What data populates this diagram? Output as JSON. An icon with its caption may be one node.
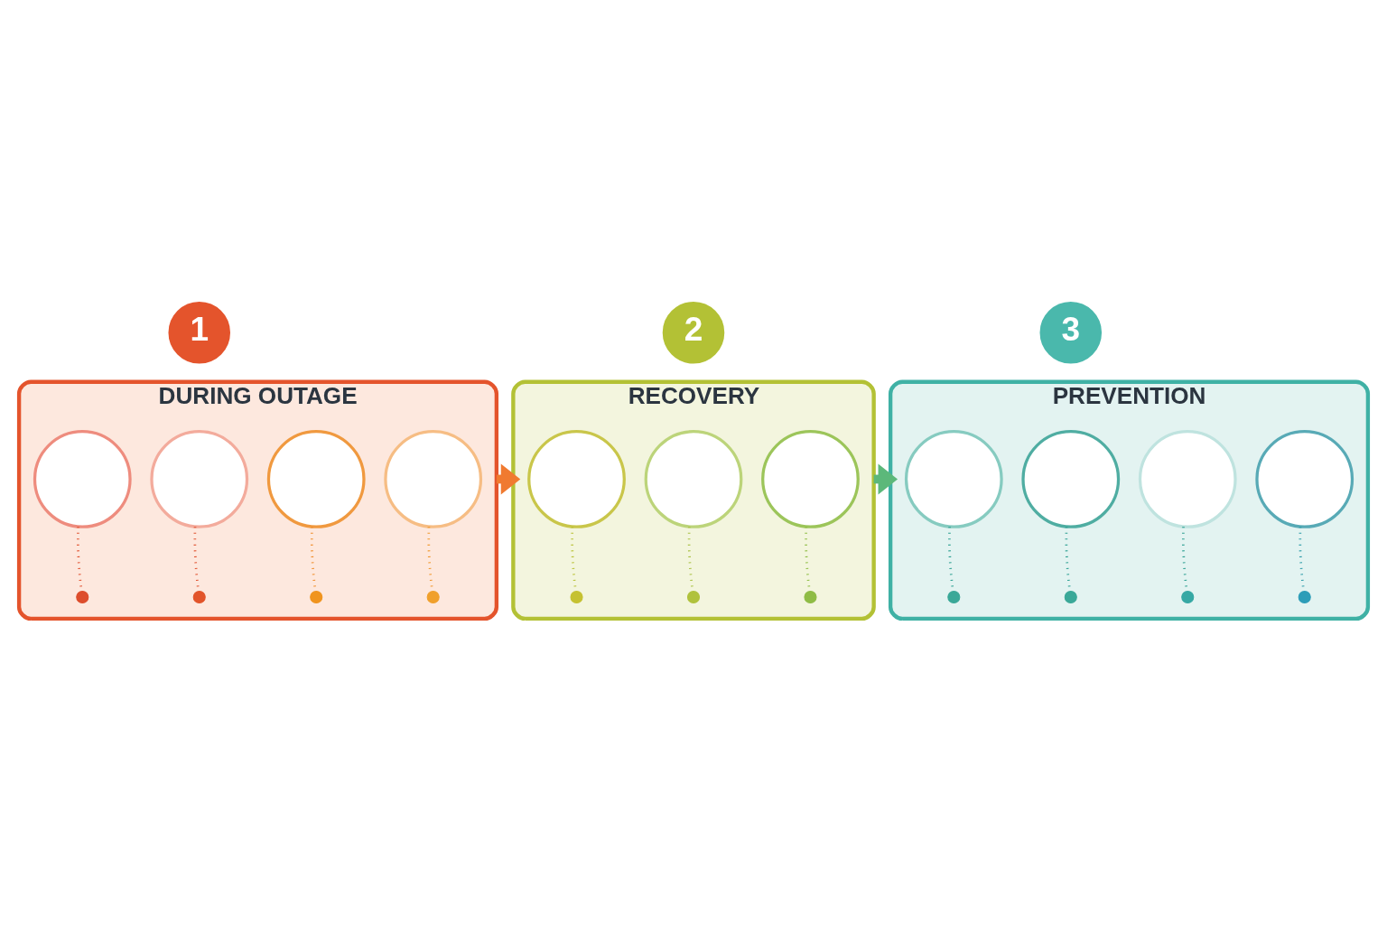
{
  "diagram": {
    "nodes": [
      {
        "text": [
          "DURING OUTAGE"
        ]
      },
      {
        "text": [
          "1"
        ]
      },
      {
        "text": [],
        "shape": "circle",
        "in": 0
      },
      {
        "text": [],
        "shape": "circle",
        "in": 0
      },
      {
        "text": [],
        "shape": "circle",
        "in": 0
      },
      {
        "text": [],
        "shape": "circle",
        "in": 0
      },
      {
        "text": [],
        "shape": "dot",
        "in": 0
      },
      {
        "text": [],
        "shape": "dot",
        "in": 0
      },
      {
        "text": [],
        "shape": "dot",
        "in": 0
      },
      {
        "text": [],
        "shape": "dot",
        "in": 0
      },
      {
        "text": [
          "RECOVERY"
        ]
      },
      {
        "text": [
          "2"
        ]
      },
      {
        "text": [],
        "shape": "circle",
        "in": 10
      },
      {
        "text": [],
        "shape": "circle",
        "in": 10
      },
      {
        "text": [],
        "shape": "circle",
        "in": 10
      },
      {
        "text": [],
        "shape": "dot",
        "in": 10
      },
      {
        "text": [],
        "shape": "dot",
        "in": 10
      },
      {
        "text": [],
        "shape": "dot",
        "in": 10
      },
      {
        "text": [
          "PREVENTION"
        ]
      },
      {
        "text": [
          "3"
        ]
      },
      {
        "text": [],
        "shape": "circle",
        "in": 18
      },
      {
        "text": [],
        "shape": "circle",
        "in": 18
      },
      {
        "text": [],
        "shape": "circle",
        "in": 18
      },
      {
        "text": [],
        "shape": "circle",
        "in": 18
      },
      {
        "text": [],
        "shape": "dot",
        "in": 18
      },
      {
        "text": [],
        "shape": "dot",
        "in": 18
      },
      {
        "text": [],
        "shape": "dot",
        "in": 18
      },
      {
        "text": [],
        "shape": "dot",
        "in": 18
      }
    ],
    "edges": [
      {
        "from": 2,
        "to": 6,
        "arrow": "none",
        "style": "dashed",
        "color": "#e0502e"
      },
      {
        "from": 3,
        "to": 7,
        "arrow": "none",
        "style": "dashed",
        "color": "#e0502e"
      },
      {
        "from": 4,
        "to": 8,
        "arrow": "none",
        "style": "dashed",
        "color": "#f08c28"
      },
      {
        "from": 5,
        "to": 9,
        "arrow": "none",
        "style": "dashed",
        "color": "#f0962a"
      },
      {
        "from": 0,
        "to": 10,
        "arrow": "to",
        "style": "thick",
        "color": "#f07a30"
      },
      {
        "from": 12,
        "to": 15,
        "arrow": "none",
        "style": "dashed",
        "color": "#b8c030"
      },
      {
        "from": 13,
        "to": 16,
        "arrow": "none",
        "style": "dashed",
        "color": "#a8c040"
      },
      {
        "from": 14,
        "to": 17,
        "arrow": "none",
        "style": "dashed",
        "color": "#8cbc40"
      },
      {
        "from": 10,
        "to": 18,
        "arrow": "to",
        "style": "thick",
        "color": "#5cb87a"
      },
      {
        "from": 20,
        "to": 24,
        "arrow": "none",
        "style": "dashed",
        "color": "#2a9e90"
      },
      {
        "from": 21,
        "to": 25,
        "arrow": "none",
        "style": "dashed",
        "color": "#2a9e90"
      },
      {
        "from": 22,
        "to": 26,
        "arrow": "none",
        "style": "dashed",
        "color": "#2a9e90"
      },
      {
        "from": 23,
        "to": 27,
        "arrow": "none",
        "style": "dashed",
        "color": "#2a9aa8"
      }
    ]
  }
}
